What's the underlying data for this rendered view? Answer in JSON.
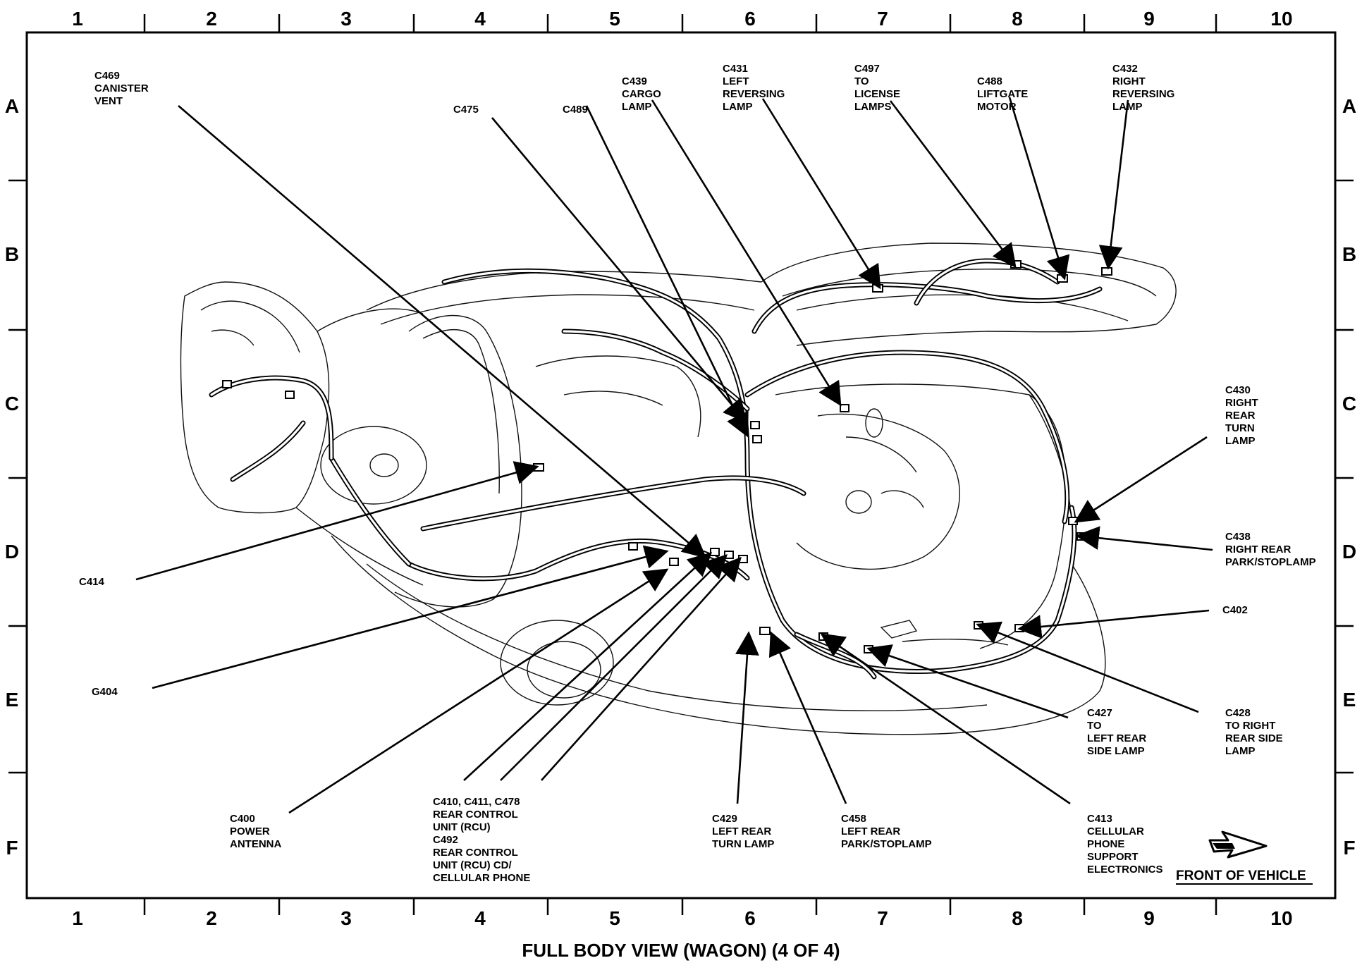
{
  "title": "FULL BODY VIEW (WAGON) (4 OF 4)",
  "grid": {
    "columns": [
      "1",
      "2",
      "3",
      "4",
      "5",
      "6",
      "7",
      "8",
      "9",
      "10"
    ],
    "rows": [
      "A",
      "B",
      "C",
      "D",
      "E",
      "F"
    ]
  },
  "front_of_vehicle": "FRONT OF VEHICLE",
  "callouts": [
    {
      "id": "c469",
      "lines": [
        "C469",
        "CANISTER",
        "VENT"
      ]
    },
    {
      "id": "c475",
      "lines": [
        "C475"
      ]
    },
    {
      "id": "c489",
      "lines": [
        "C489"
      ]
    },
    {
      "id": "c439",
      "lines": [
        "C439",
        "CARGO",
        "LAMP"
      ]
    },
    {
      "id": "c431",
      "lines": [
        "C431",
        "LEFT",
        "REVERSING",
        "LAMP"
      ]
    },
    {
      "id": "c497",
      "lines": [
        "C497",
        "TO",
        "LICENSE",
        "LAMPS"
      ]
    },
    {
      "id": "c488",
      "lines": [
        "C488",
        "LIFTGATE",
        "MOTOR"
      ]
    },
    {
      "id": "c432",
      "lines": [
        "C432",
        "RIGHT",
        "REVERSING",
        "LAMP"
      ]
    },
    {
      "id": "c430",
      "lines": [
        "C430",
        "RIGHT",
        "REAR",
        "TURN",
        "LAMP"
      ]
    },
    {
      "id": "c438",
      "lines": [
        "C438",
        "RIGHT REAR",
        "PARK/STOPLAMP"
      ]
    },
    {
      "id": "c402",
      "lines": [
        "C402"
      ]
    },
    {
      "id": "c414",
      "lines": [
        "C414"
      ]
    },
    {
      "id": "g404",
      "lines": [
        "G404"
      ]
    },
    {
      "id": "c428",
      "lines": [
        "C428",
        "TO RIGHT",
        "REAR SIDE",
        "LAMP"
      ]
    },
    {
      "id": "c427",
      "lines": [
        "C427",
        "TO",
        "LEFT REAR",
        "SIDE LAMP"
      ]
    },
    {
      "id": "c400",
      "lines": [
        "C400",
        "POWER",
        "ANTENNA"
      ]
    },
    {
      "id": "c410",
      "lines": [
        "C410, C411, C478",
        "REAR CONTROL",
        "UNIT (RCU)",
        "C492",
        "REAR CONTROL",
        "UNIT (RCU) CD/",
        "CELLULAR PHONE"
      ]
    },
    {
      "id": "c429",
      "lines": [
        "C429",
        "LEFT REAR",
        "TURN LAMP"
      ]
    },
    {
      "id": "c458",
      "lines": [
        "C458",
        "LEFT REAR",
        "PARK/STOPLAMP"
      ]
    },
    {
      "id": "c413",
      "lines": [
        "C413",
        "CELLULAR",
        "PHONE",
        "SUPPORT",
        "ELECTRONICS"
      ]
    }
  ]
}
